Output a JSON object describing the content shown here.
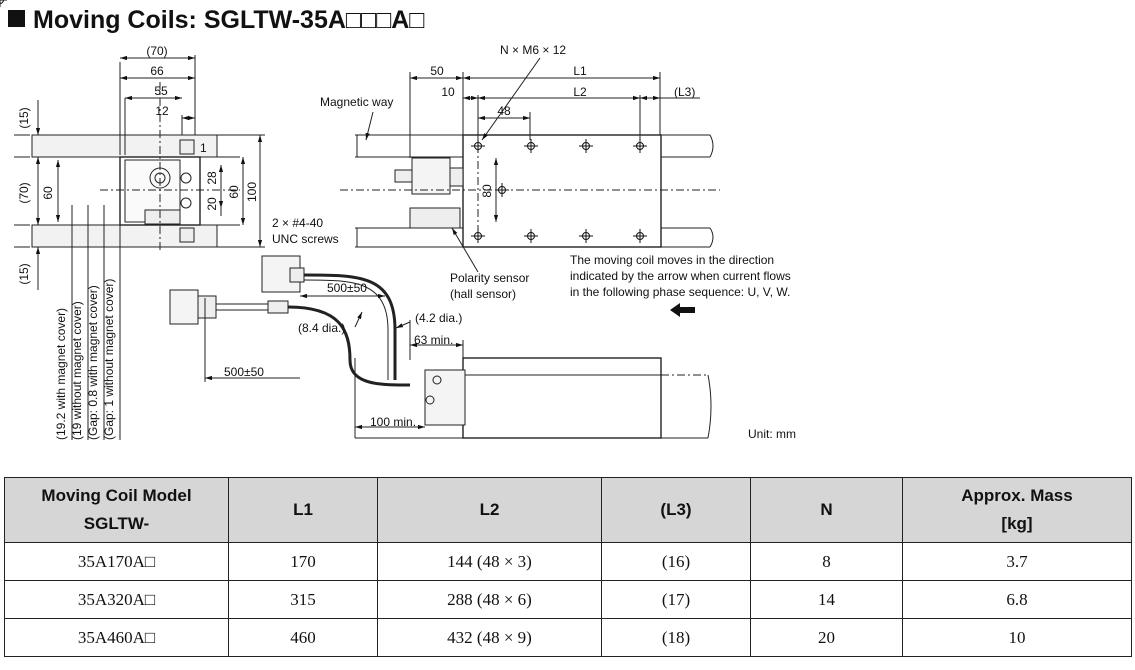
{
  "title": "Moving Coils: SGLTW-35A□□□A□",
  "drawing": {
    "side_view": {
      "d70_top": "(70)",
      "d66": "66",
      "d55": "55",
      "d12": "12",
      "d1": "1",
      "d15_top": "(15)",
      "d70_left": "(70)",
      "d60_left": "60",
      "d28": "28",
      "d20": "20",
      "d60_right": "60",
      "d100": "100",
      "d15_bottom": "(15)",
      "gap_notes": [
        "(19.2 with magnet cover)",
        "(19 without magnet cover)",
        "(Gap: 0.8 with magnet cover)",
        "(Gap: 1 without magnet cover)"
      ],
      "screw_note_1": "2 × #4-40",
      "screw_note_2": "UNC screws"
    },
    "top_view": {
      "magnetic_way": "Magnetic way",
      "nxm6": "N × M6 × 12",
      "d50": "50",
      "dL1": "L1",
      "d10": "10",
      "dL2": "L2",
      "dL3": "(L3)",
      "d48": "48",
      "d80": "80",
      "polarity_1": "Polarity sensor",
      "polarity_2": "(hall sensor)",
      "direction_note": [
        "The moving coil moves in the direction",
        "indicated by the arrow when current flows",
        "in the following phase sequence: U, V, W."
      ]
    },
    "cable_view": {
      "d500_upper": "500±50",
      "d84": "(8.4 dia.)",
      "d42": "(4.2 dia.)",
      "d63": "63 min.",
      "d500_lower": "500±50",
      "d100min": "100 min."
    },
    "unit": "Unit: mm"
  },
  "table": {
    "headers": {
      "model_line1": "Moving Coil Model",
      "model_line2": "SGLTW-",
      "l1": "L1",
      "l2": "L2",
      "l3": "(L3)",
      "n": "N",
      "mass_line1": "Approx. Mass",
      "mass_line2": "[kg]"
    },
    "rows": [
      {
        "model": "35A170A□",
        "l1": "170",
        "l2": "144 (48 × 3)",
        "l3": "(16)",
        "n": "8",
        "mass": "3.7"
      },
      {
        "model": "35A320A□",
        "l1": "315",
        "l2": "288 (48 × 6)",
        "l3": "(17)",
        "n": "14",
        "mass": "6.8"
      },
      {
        "model": "35A460A□",
        "l1": "460",
        "l2": "432 (48 × 9)",
        "l3": "(18)",
        "n": "20",
        "mass": "10"
      }
    ]
  }
}
